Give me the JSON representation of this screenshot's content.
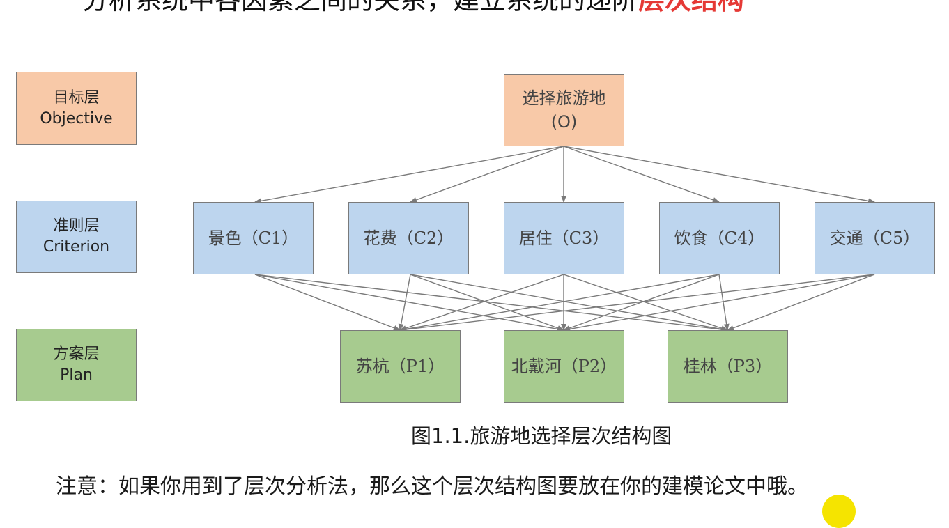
{
  "heading": {
    "part1": "分析系统中各因素之间的关系，建立系统的递阶",
    "highlight": "层次结构"
  },
  "levels": {
    "objective": {
      "cn": "目标层",
      "en": "Objective"
    },
    "criterion": {
      "cn": "准则层",
      "en": "Criterion"
    },
    "plan": {
      "cn": "方案层",
      "en": "Plan"
    }
  },
  "goal": {
    "line1": "选择旅游地",
    "line2": "(O)"
  },
  "criteria": [
    {
      "label": "景色（C1）"
    },
    {
      "label": "花费（C2）"
    },
    {
      "label": "居住（C3）"
    },
    {
      "label": "饮食（C4）"
    },
    {
      "label": "交通（C5）"
    }
  ],
  "plans": [
    {
      "label": "苏杭（P1）"
    },
    {
      "label": "北戴河（P2）"
    },
    {
      "label": "桂林（P3）"
    }
  ],
  "caption": "图1.1.旅游地选择层次结构图",
  "note": "注意：如果你用到了层次分析法，那么这个层次结构图要放在你的建模论文中哦。",
  "colors": {
    "objective": "#f8c9a8",
    "criterion": "#bdd5ee",
    "plan": "#a7cb8f",
    "highlight": "#e53935",
    "cursor": "#f5e400"
  }
}
